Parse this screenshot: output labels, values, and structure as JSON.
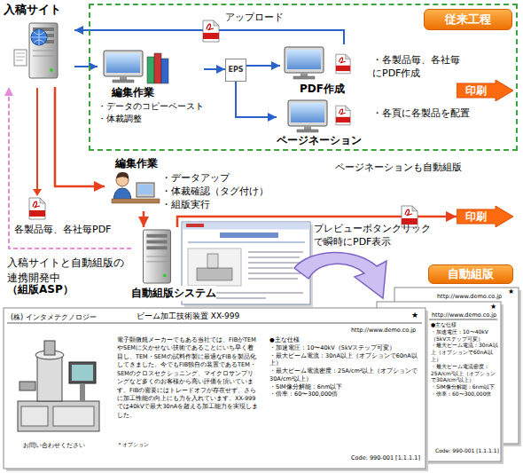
{
  "diagram": {
    "nodes": [
      {
        "text": [
          "従来工程"
        ]
      },
      {
        "text": [
          "入稿サイト"
        ]
      },
      {
        "text": [
          "編集作業",
          "・データのコピーペースト",
          "・体裁調整"
        ],
        "in": 0
      },
      {
        "text": [
          "EPS"
        ],
        "in": 0
      },
      {
        "text": [
          "PDF作成"
        ],
        "in": 0
      },
      {
        "text": [
          "ページネーション"
        ],
        "in": 0
      },
      {
        "text": [
          "印刷"
        ],
        "in": 0
      },
      {
        "text": [
          "編集作業",
          "・データアップ",
          "・体裁確認（タグ付け）",
          "・組版実行"
        ]
      },
      {
        "text": [
          "自動組版システム"
        ]
      },
      {
        "text": [
          "印刷"
        ]
      },
      {
        "text": [
          "自動組版"
        ]
      },
      {
        "text": [
          "http://www.demo.co.jp",
          "★"
        ]
      },
      {
        "text": [
          "http://www.demo.co.jp",
          "★",
          "●主な仕様",
          "・加速電圧：10〜40kV（5kVステップ可変）",
          "・最大ビーム電流：30nA以上（オプションで60nA以上）",
          "・最大ビーム電流密度：25A/cm²以上（オプションで30A/cm²以上）",
          "・SIM像分解能：6nm以下",
          "・倍率：60〜300,000倍",
          "Code: 990-001 [1.1.1.1]"
        ]
      },
      {
        "text": [
          "(株) インタメテクノロジー",
          "ビーム加工技術装置 XX-999",
          "★",
          "http://www.demo.co.jp",
          "電子顕微鏡メーカーでもある当社では、FIBがTEMやSEMに欠かせない技術であることにいち早く着目し、TEM・SEMの試料作製に最適なFIBを製品化してきました。今でもFIB独自の装置であるTEM・SEMのクロスセクショニング、マイクロサンプリングなど多くのお客様から高い評価を頂いています。FIBの需要にはトレードオフが存在せず、さらに加工性能の向上にも力を入れています。XX-999では40kVで最大30nAを超える加工能力を実現しました。",
          "＊オプション",
          "お問い合わせください",
          "●主な仕様",
          "・加速電圧：10〜40kV（5kVステップ可変）",
          "・最大ビーム電流：30nA以上（オプションで60nA以上）",
          "・最大ビーム電流密度：25A/cm²以上（オプションで30A/cm²以上）",
          "・SIM像分解能：6nm以下",
          "・倍率：60〜300,000倍",
          "Code: 990-001 [1.1.1.1]"
        ]
      }
    ],
    "edges": [
      {
        "from": 1,
        "to": 2,
        "arrow": "to"
      },
      {
        "from": 2,
        "to": 3,
        "arrow": "to"
      },
      {
        "from": 3,
        "to": 4,
        "arrow": "to"
      },
      {
        "from": 3,
        "to": 5,
        "arrow": "to"
      },
      {
        "from": 4,
        "to": 1,
        "arrow": "to",
        "label": "アップロード"
      },
      {
        "from": 1,
        "to": 7,
        "arrow": "to"
      },
      {
        "from": 7,
        "to": 8,
        "arrow": "to"
      },
      {
        "from": 8,
        "to": 9,
        "arrow": "to"
      },
      {
        "from": 8,
        "to": 1,
        "arrow": "to"
      }
    ],
    "labels": [
      "・各製品毎、各社毎にPDF作成",
      "・各頁に各製品を配置",
      "各製品毎、各社毎PDF",
      "ページネーションも自動組版",
      "入稿サイトと自動組版の連携開発中",
      "（組版ASP）",
      "プレビューボタンクリックで瞬時にPDF表示"
    ]
  }
}
